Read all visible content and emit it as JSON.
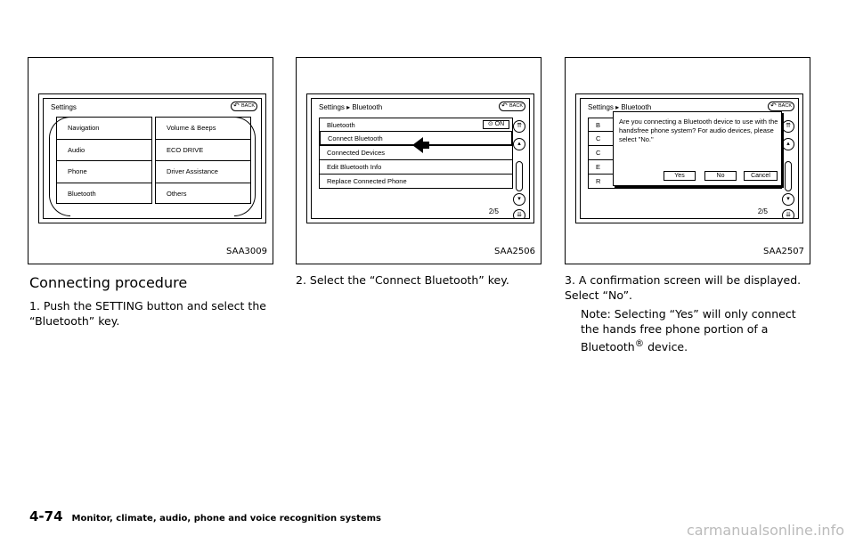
{
  "figures": [
    {
      "code": "SAA3009",
      "screen_title": "Settings",
      "back_label": "BACK",
      "left_items": [
        "Navigation",
        "Audio",
        "Phone",
        "Bluetooth"
      ],
      "right_items": [
        "Volume & Beeps",
        "ECO DRIVE",
        "Driver Assistance",
        "Others"
      ]
    },
    {
      "code": "SAA2506",
      "screen_title": "Settings ▸ Bluetooth",
      "back_label": "BACK",
      "rows": [
        "Bluetooth",
        "Connect Bluetooth",
        "Connected Devices",
        "Edit Bluetooth Info",
        "Replace Connected Phone"
      ],
      "on_label": "ON",
      "page_indicator": "2/5"
    },
    {
      "code": "SAA2507",
      "screen_title": "Settings ▸ Bluetooth",
      "back_label": "BACK",
      "row_initials": [
        "B",
        "C",
        "C",
        "E",
        "R"
      ],
      "popup_message": "Are you connecting a Bluetooth device to use with the handsfree phone system? For audio devices, please select \"No.\"",
      "popup_buttons": [
        "Yes",
        "No",
        "Cancel"
      ],
      "page_indicator": "2/5"
    }
  ],
  "heading": "Connecting procedure",
  "steps": {
    "step1": "1. Push the SETTING button and select the “Bluetooth” key.",
    "step2": "2. Select the “Connect Bluetooth” key.",
    "step3": "3. A confirmation screen will be displayed. Select “No”.",
    "step3_note_a": "Note: Selecting “Yes” will only connect the hands free phone portion of a Bluetooth",
    "step3_note_sup": "®",
    "step3_note_b": " device."
  },
  "footer": {
    "page_number": "4-74",
    "section_title": "Monitor, climate, audio, phone and voice recognition systems"
  },
  "watermark": "carmanualsonline.info"
}
